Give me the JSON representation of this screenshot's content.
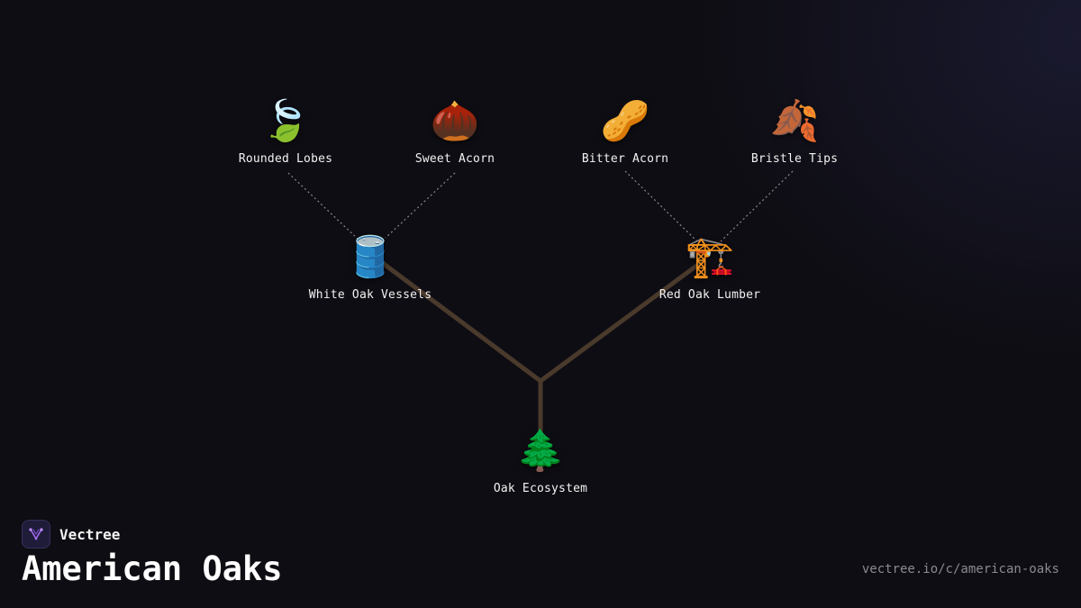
{
  "brand": {
    "name": "Vectree"
  },
  "title": "American Oaks",
  "url": "vectree.io/c/american-oaks",
  "colors": {
    "background": "#0e0d13",
    "trunk": "#4a3a2c",
    "dotted_edge": "#8a8a8a",
    "label": "#f2f2f2",
    "url": "#8a8a92",
    "brand_accent": "#a46bf0"
  },
  "nodes": {
    "root": {
      "label": "Oak Ecosystem",
      "icon": "evergreen-tree-icon",
      "glyph": "🌲"
    },
    "white_oak": {
      "label": "White Oak Vessels",
      "icon": "oil-barrel-icon",
      "glyph": "🛢️"
    },
    "red_oak": {
      "label": "Red Oak Lumber",
      "icon": "construction-crane-icon",
      "glyph": "🏗️"
    },
    "rounded_lobes": {
      "label": "Rounded Lobes",
      "icon": "leaf-wind-icon",
      "glyph": "🍃"
    },
    "sweet_acorn": {
      "label": "Sweet Acorn",
      "icon": "chestnut-icon",
      "glyph": "🌰"
    },
    "bitter_acorn": {
      "label": "Bitter Acorn",
      "icon": "peanut-icon",
      "glyph": "🥜"
    },
    "bristle_tips": {
      "label": "Bristle Tips",
      "icon": "fallen-leaves-icon",
      "glyph": "🍂"
    }
  }
}
